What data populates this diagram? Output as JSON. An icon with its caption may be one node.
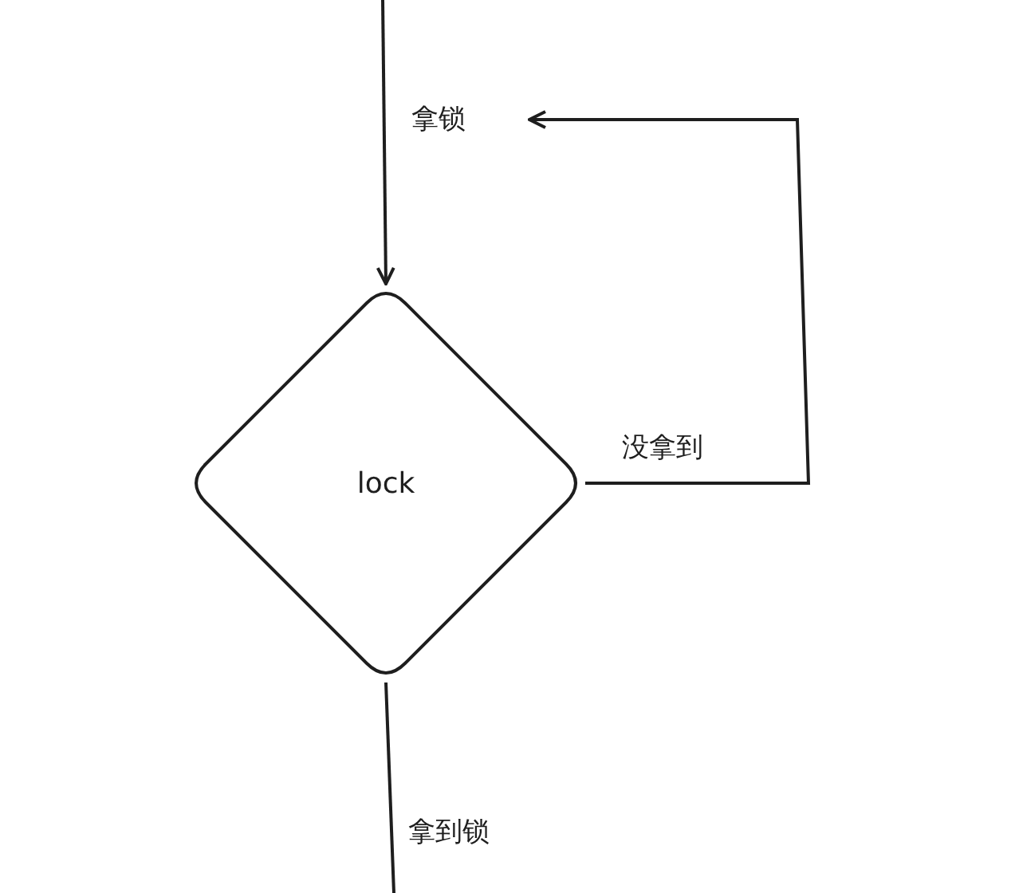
{
  "diagram": {
    "nodes": [
      {
        "text": [
          "拿锁"
        ]
      },
      {
        "text": [
          "lock"
        ]
      }
    ],
    "edges": [
      {
        "from": null,
        "to": 1,
        "arrow": "to"
      },
      {
        "from": 1,
        "to": 0,
        "arrow": "to",
        "label": "没拿到"
      },
      {
        "from": 1,
        "to": null,
        "arrow": "none",
        "label": "拿到锁"
      }
    ]
  }
}
